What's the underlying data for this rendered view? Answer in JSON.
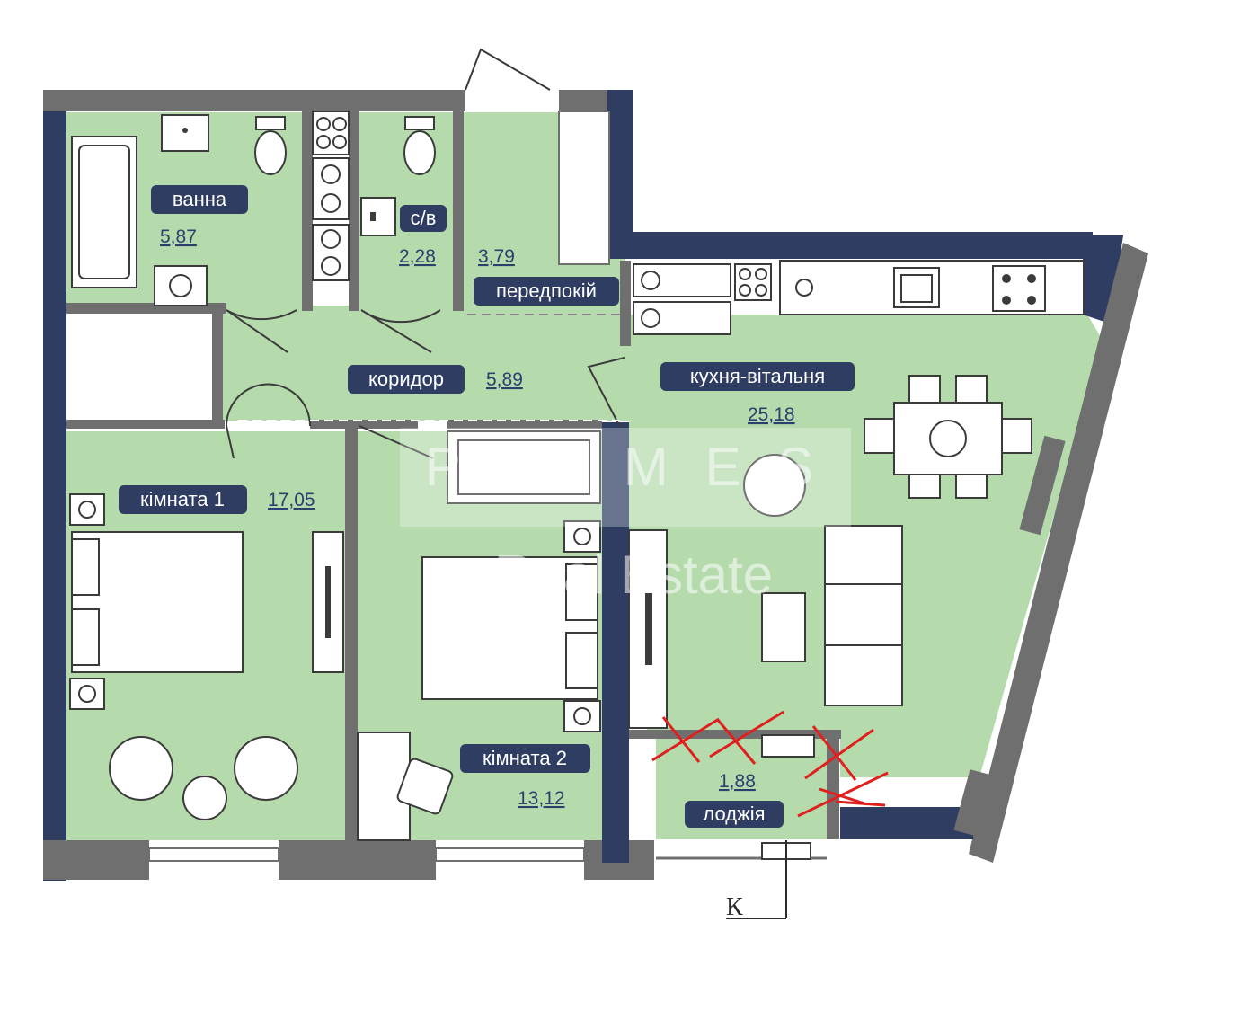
{
  "colors": {
    "floor": "#b5dbad",
    "wall_outer": "#2f3d63",
    "wall_inner": "#6f6f6f",
    "label_bg": "#2f3d63",
    "label_text": "#ffffff",
    "area_text": "#2e3f6e",
    "annotation": "#e0201e"
  },
  "rooms": {
    "bathroom": {
      "label": "ванна",
      "area": "5,87"
    },
    "wc": {
      "label": "с/в",
      "area": "2,28"
    },
    "hallway": {
      "label": "передпокій",
      "area": "3,79"
    },
    "corridor": {
      "label": "коридор",
      "area": "5,89"
    },
    "kitchen_living": {
      "label": "кухня-вітальня",
      "area": "25,18"
    },
    "room1": {
      "label": "кімната 1",
      "area": "17,05"
    },
    "room2": {
      "label": "кімната 2",
      "area": "13,12"
    },
    "loggia": {
      "label": "лоджія",
      "area": "1,88"
    }
  },
  "section_mark": "К",
  "watermark": {
    "line1": "P R I M E S",
    "line2": "Real Estate"
  }
}
